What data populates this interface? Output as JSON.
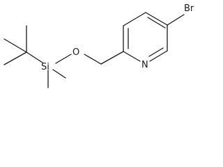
{
  "molecule": {
    "atoms": {
      "bromine": "Br",
      "nitrogen": "N",
      "oxygen": "O",
      "silicon": "Si"
    }
  }
}
